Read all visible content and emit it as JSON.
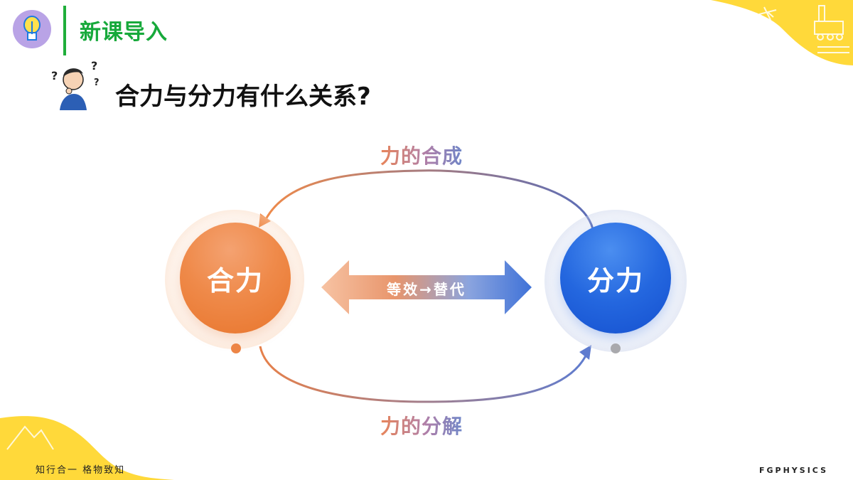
{
  "header": {
    "section_title": "新课导入",
    "icon": "lightbulb-icon"
  },
  "question": {
    "text": "合力与分力有什么关系?",
    "icon": "thinking-person-icon"
  },
  "diagram": {
    "top_arrow_label": "力的合成",
    "bottom_arrow_label": "力的分解",
    "left_node": "合力",
    "right_node": "分力",
    "middle_arrow_text": "等效→替代"
  },
  "footer": {
    "motto": "知行合一  格物致知",
    "brand": "FGPHYSICS"
  },
  "colors": {
    "accent_green": "#1fae3a",
    "orange": "#ee8646",
    "blue": "#1f62dc",
    "corner_yellow": "#ffd93a"
  }
}
